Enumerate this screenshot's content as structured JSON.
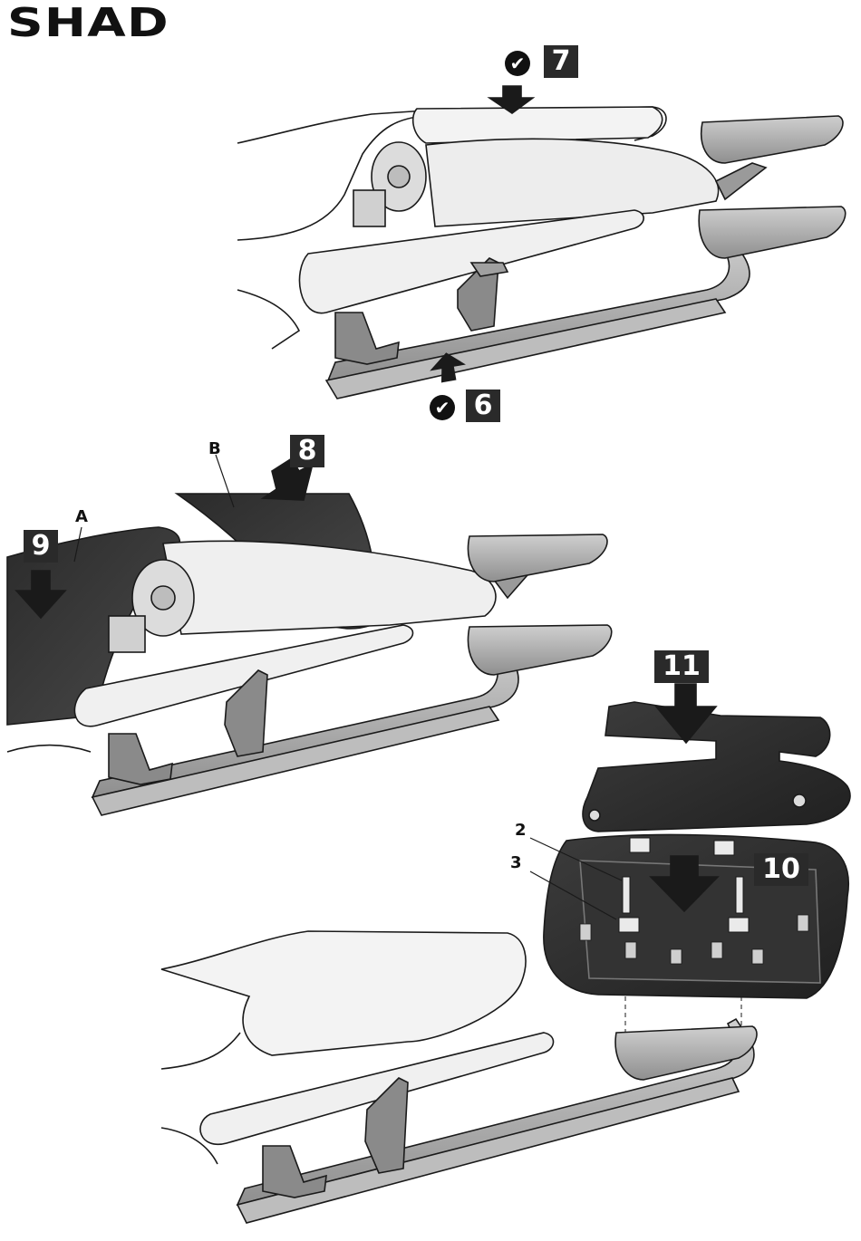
{
  "brand": {
    "logo_text": "SHAD"
  },
  "steps": {
    "s6": "6",
    "s7": "7",
    "s8": "8",
    "s9": "9",
    "s10": "10",
    "s11": "11"
  },
  "callouts": {
    "a": "A",
    "b": "B",
    "two": "2",
    "three": "3"
  },
  "icons": {
    "check": "check-circle-icon",
    "check_glyph": "✔"
  },
  "colors": {
    "label_bg": "#2a2a2a",
    "label_fg": "#ffffff",
    "line": "#1a1a1a",
    "fill_light": "#e6e6e6",
    "fill_dark": "#3a3a3a"
  }
}
